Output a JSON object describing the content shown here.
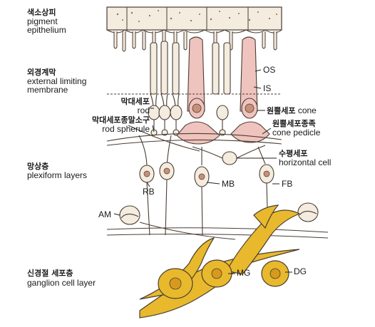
{
  "labels": {
    "pigment": {
      "ko": "색소상피",
      "en1": "pigment",
      "en2": "epithelium"
    },
    "elm": {
      "ko": "외경계막",
      "en1": "external limiting",
      "en2": "membrane"
    },
    "plexiform": {
      "ko": "망상층",
      "en1": "plexiform layers"
    },
    "ganglion": {
      "ko": "신경절 세포층",
      "en1": "ganglion cell layer"
    },
    "rod": {
      "ko": "막대세포",
      "en": "rod"
    },
    "rod_spherule": {
      "ko": "막대세포종말소구",
      "en": "rod spherule"
    },
    "os": "OS",
    "is": "IS",
    "cone": {
      "ko": "원뿔세포",
      "en": "cone"
    },
    "cone_pedicle": {
      "ko": "원뿔세포종족",
      "en": "cone pedicle"
    },
    "horizontal": {
      "ko": "수평세포",
      "en": "horizontal cell"
    },
    "rb": "RB",
    "mb": "MB",
    "fb": "FB",
    "am": "AM",
    "mg": "MG",
    "dg": "DG"
  },
  "colors": {
    "cell_fill": "#f4ecdf",
    "outline": "#4a3d33",
    "cone_fill": "#efc3be",
    "nucleus": "#c98f78",
    "ganglion": "#e8b92c",
    "ganglion_nucleus": "#d79a1f"
  }
}
